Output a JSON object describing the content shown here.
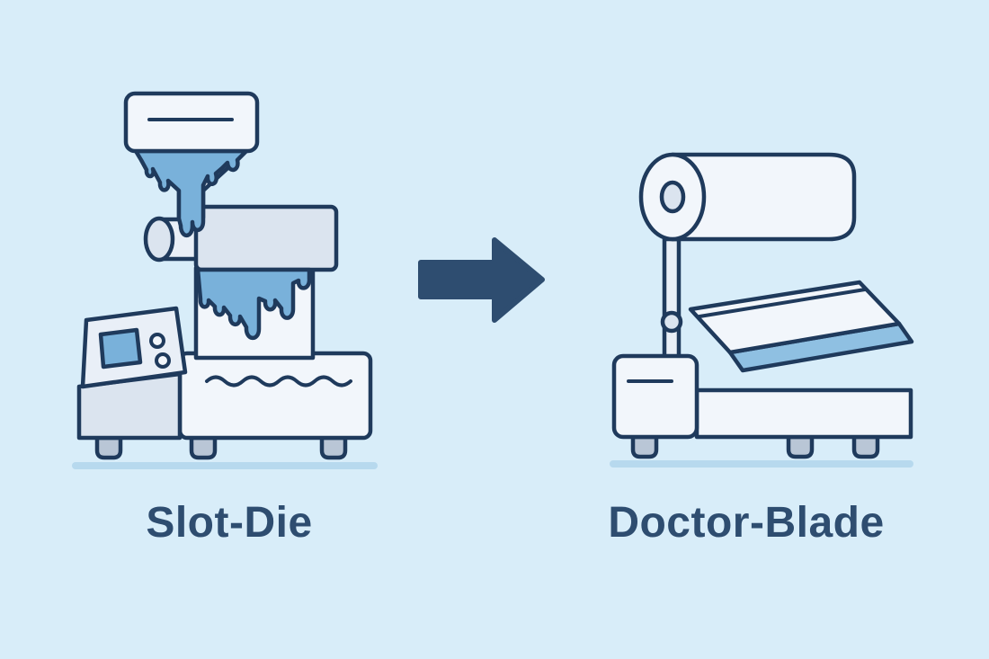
{
  "diagram": {
    "items": [
      {
        "label": "Slot-Die",
        "illustration": "slot-die-coater"
      },
      {
        "label": "Doctor-Blade",
        "illustration": "doctor-blade-coater"
      }
    ],
    "arrow_icon": "right-arrow",
    "colors": {
      "background": "#d8edf9",
      "outline": "#1f3a5c",
      "body_white": "#f2f6fb",
      "body_gray": "#dbe4ef",
      "panel": "#e9eff7",
      "liquid": "#79b1da",
      "sheet": "#8fc0e2",
      "arrow": "#2e4d70",
      "text": "#2e4d70",
      "shadow": "#b7d9ee",
      "leg": "#b9c6d6"
    }
  }
}
